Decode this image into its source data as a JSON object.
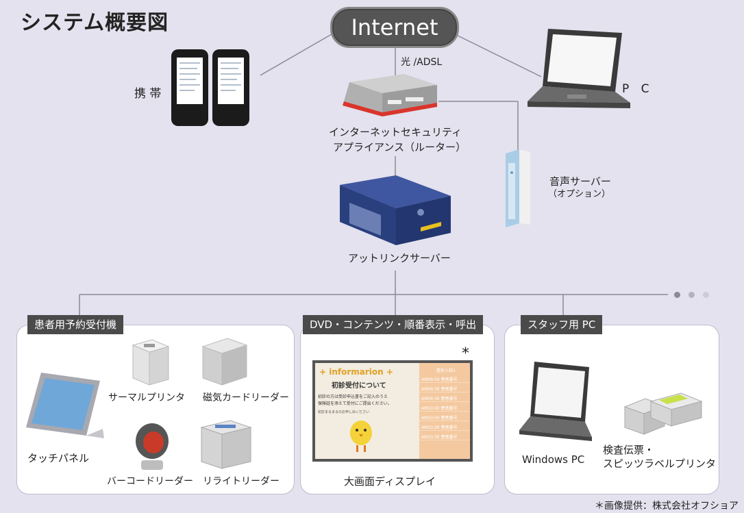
{
  "title": "システム概要図",
  "internet": "Internet",
  "connection_label": "光 /ADSL",
  "mobile": {
    "label": "携 帯"
  },
  "pc": {
    "label": "P C"
  },
  "router": {
    "line1": "インターネットセキュリティ",
    "line2": "アプライアンス（ルーター）"
  },
  "voice_server": {
    "label": "音声サーバー",
    "sub": "（オプション）"
  },
  "main_server": {
    "label": "アットリンクサーバー"
  },
  "panels": {
    "reception": {
      "title": "患者用予約受付機",
      "items": {
        "touch": "タッチパネル",
        "thermal": "サーマルプリンタ",
        "magnetic": "磁気カードリーダー",
        "barcode": "バーコードリーダー",
        "rewrite": "リライトリーダー"
      }
    },
    "display": {
      "title": "DVD・コンテンツ・順番表示・呼出",
      "asterisk": "*",
      "label": "大画面ディスプレイ",
      "screen": {
        "header": "+ informarion +",
        "sub": "初診受付について",
        "text1": "初診の方は受診申込書をご記入のうえ",
        "text2": "保険証を添えて受付にご提出ください。",
        "text3": "初診まるまるのお申し出ください",
        "side_title": "整形入科1",
        "side_rows": [
          "AM09:00 患者番号",
          "AM09:30 患者番号",
          "AM09:30 患者番号",
          "AM10:00 患者番号",
          "AM10:00 患者番号",
          "AM10:30 患者番号",
          "AM10:30 患者番号"
        ]
      }
    },
    "staff": {
      "title": "スタッフ用 PC",
      "items": {
        "winpc": "Windows PC",
        "printer1": "検査伝票・",
        "printer2": "スピッツラベルプリンタ"
      }
    }
  },
  "credit": "＊画像提供：株式会社オフショア",
  "colors": {
    "background": "#e3e2ee",
    "tab": "#4a4a4a",
    "server": "#2a3f7e",
    "router_accent": "#d9352b"
  }
}
